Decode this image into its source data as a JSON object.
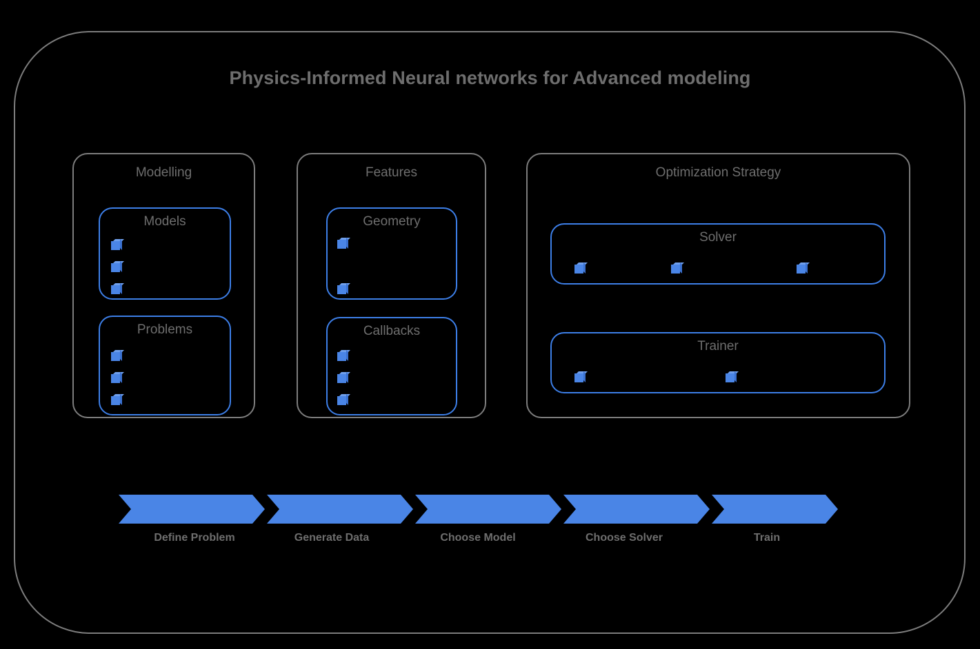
{
  "diagram": {
    "title": "Physics-Informed Neural networks for Advanced modeling",
    "colors": {
      "background": "#000000",
      "outline_gray": "#7d7d7d",
      "text_gray": "#6e6e6e",
      "accent_blue": "#4a85e6",
      "box_border_blue": "#3d7fe8"
    }
  },
  "groups": [
    {
      "name": "modelling",
      "label": "Modelling",
      "boxes": [
        {
          "name": "models",
          "label": "Models",
          "bullet_count": 3
        },
        {
          "name": "problems",
          "label": "Problems",
          "bullet_count": 3
        }
      ]
    },
    {
      "name": "features",
      "label": "Features",
      "boxes": [
        {
          "name": "geometry",
          "label": "Geometry",
          "bullet_count": 2
        },
        {
          "name": "callbacks",
          "label": "Callbacks",
          "bullet_count": 3
        }
      ]
    },
    {
      "name": "optimization",
      "label": "Optimization Strategy",
      "boxes": [
        {
          "name": "solver",
          "label": "Solver",
          "bullet_count": 3
        },
        {
          "name": "trainer",
          "label": "Trainer",
          "bullet_count": 2
        }
      ]
    }
  ],
  "pipeline": {
    "steps": [
      {
        "label": "Define Problem"
      },
      {
        "label": "Generate Data"
      },
      {
        "label": "Choose Model"
      },
      {
        "label": "Choose Solver"
      },
      {
        "label": "Train"
      }
    ]
  }
}
